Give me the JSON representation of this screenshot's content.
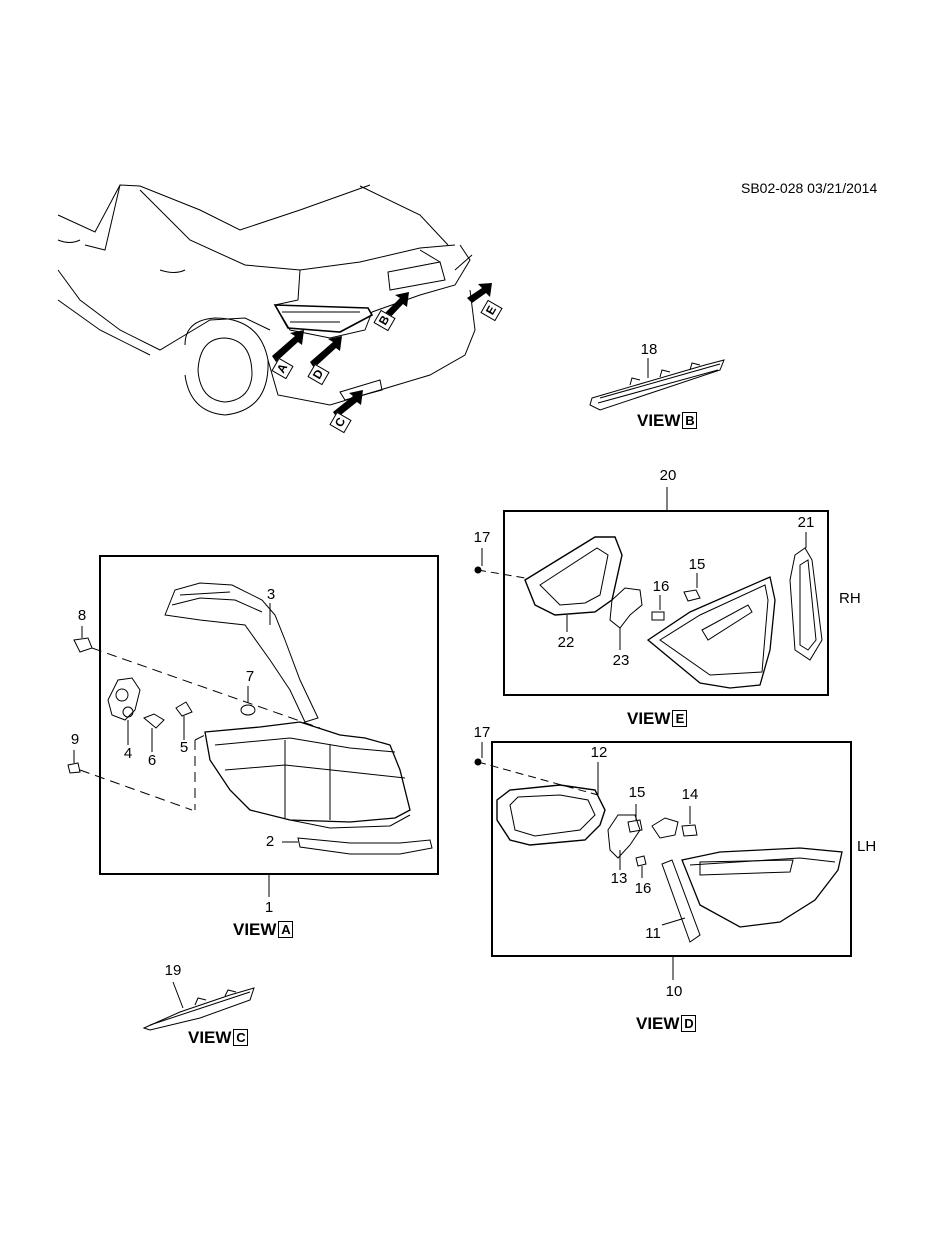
{
  "drawing_code": "SB02-028 03/21/2014",
  "car_arrows": [
    "A",
    "D",
    "B",
    "C",
    "E"
  ],
  "views": {
    "A": {
      "word": "VIEW",
      "letter": "A"
    },
    "B": {
      "word": "VIEW",
      "letter": "B"
    },
    "C": {
      "word": "VIEW",
      "letter": "C"
    },
    "D": {
      "word": "VIEW",
      "letter": "D"
    },
    "E": {
      "word": "VIEW",
      "letter": "E"
    }
  },
  "side_labels": {
    "rh": "RH",
    "lh": "LH"
  },
  "callouts": [
    "1",
    "2",
    "3",
    "4",
    "5",
    "6",
    "7",
    "8",
    "9",
    "10",
    "11",
    "12",
    "13",
    "14",
    "15",
    "15",
    "16",
    "16",
    "17",
    "17",
    "18",
    "19",
    "20",
    "21",
    "22",
    "23"
  ]
}
